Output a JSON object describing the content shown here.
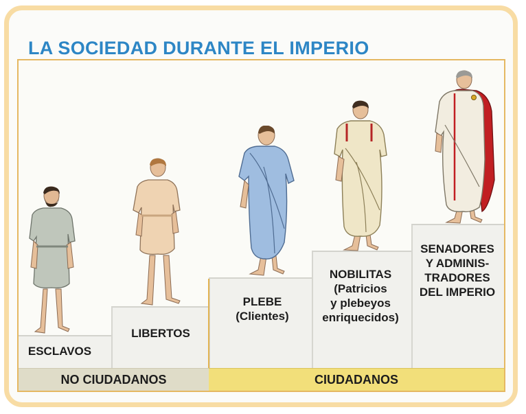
{
  "title": "LA SOCIEDAD DURANTE EL IMPERIO",
  "groups": {
    "non_citizens": "NO CIUDADANOS",
    "citizens": "CIUDADANOS"
  },
  "levels": [
    {
      "id": "esclavos",
      "lines": [
        "ESCLAVOS"
      ]
    },
    {
      "id": "libertos",
      "lines": [
        "LIBERTOS"
      ]
    },
    {
      "id": "plebe",
      "lines": [
        "PLEBE",
        "(Clientes)"
      ]
    },
    {
      "id": "nobilitas",
      "lines": [
        "NOBILITAS",
        "(Patricios",
        "y plebeyos",
        "enriquecidos)"
      ]
    },
    {
      "id": "senadores",
      "lines": [
        "SENADORES",
        "Y ADMINIS-",
        "TRADORES",
        "DEL IMPERIO"
      ]
    }
  ],
  "colors": {
    "title": "#2d86c5",
    "frame": "#f8dca4",
    "border": "#e5b862",
    "non_citizens_band": "#dfdcc8",
    "citizens_band": "#f2df7a",
    "slave_tunic": "#bfc6bb",
    "freedman_tunic": "#efd3b2",
    "plebe_toga": "#9fbde0",
    "nobilitas_toga": "#efe6c7",
    "senator_cloak": "#c11f22"
  }
}
